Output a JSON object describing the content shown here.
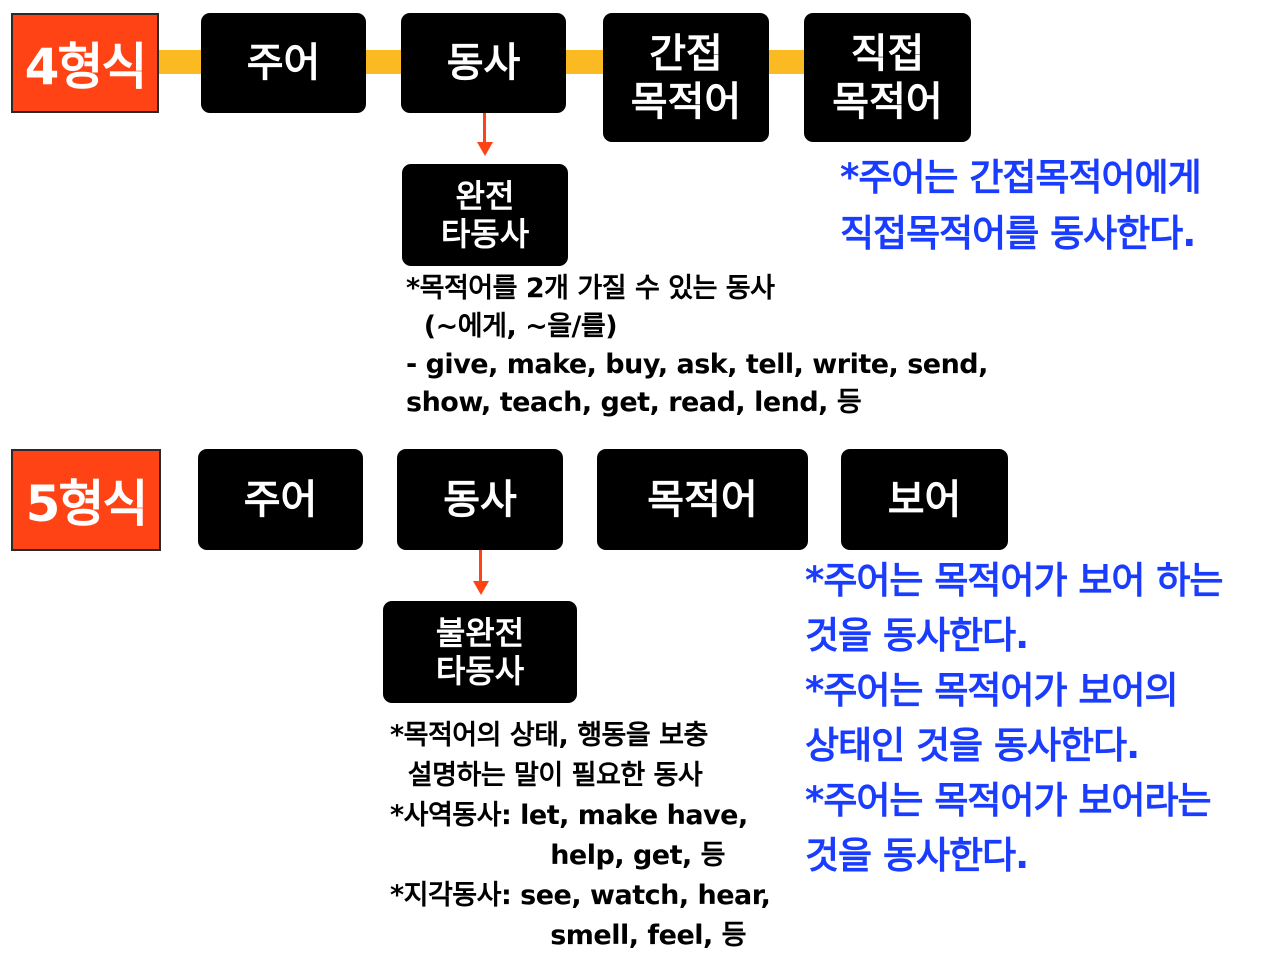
{
  "form4": {
    "label": "4형식",
    "boxes": [
      "주어",
      "동사",
      "간접\n목적어",
      "직접\n목적어"
    ],
    "verb_type": "완전\n타동사",
    "notes": "*목적어를 2개 가질 수 있는 동사\n  (~에게, ~을/를)\n- give, make, buy, ask, tell, write, send,\nshow, teach, get, read, lend, 등",
    "meaning": "*주어는 간접목적어에게\n직접목적어를 동사한다."
  },
  "form5": {
    "label": "5형식",
    "boxes": [
      "주어",
      "동사",
      "목적어",
      "보어"
    ],
    "verb_type": "불완전\n타동사",
    "notes": "*목적어의 상태, 행동을 보충\n  설명하는 말이 필요한 동사\n*사역동사: let, make have,\n                  help, get, 등\n*지각동사: see, watch, hear,\n                  smell, feel, 등",
    "meaning": "*주어는 목적어가 보어 하는\n것을 동사한다.\n*주어는 목적어가 보어의\n상태인 것을 동사한다.\n*주어는 목적어가 보어라는\n것을 동사한다."
  },
  "colors": {
    "label_bg": "#ff4314",
    "box_bg": "#000000",
    "connector": "#fbba22",
    "arrow": "#ff4314",
    "meaning_text": "#1a3cff"
  }
}
